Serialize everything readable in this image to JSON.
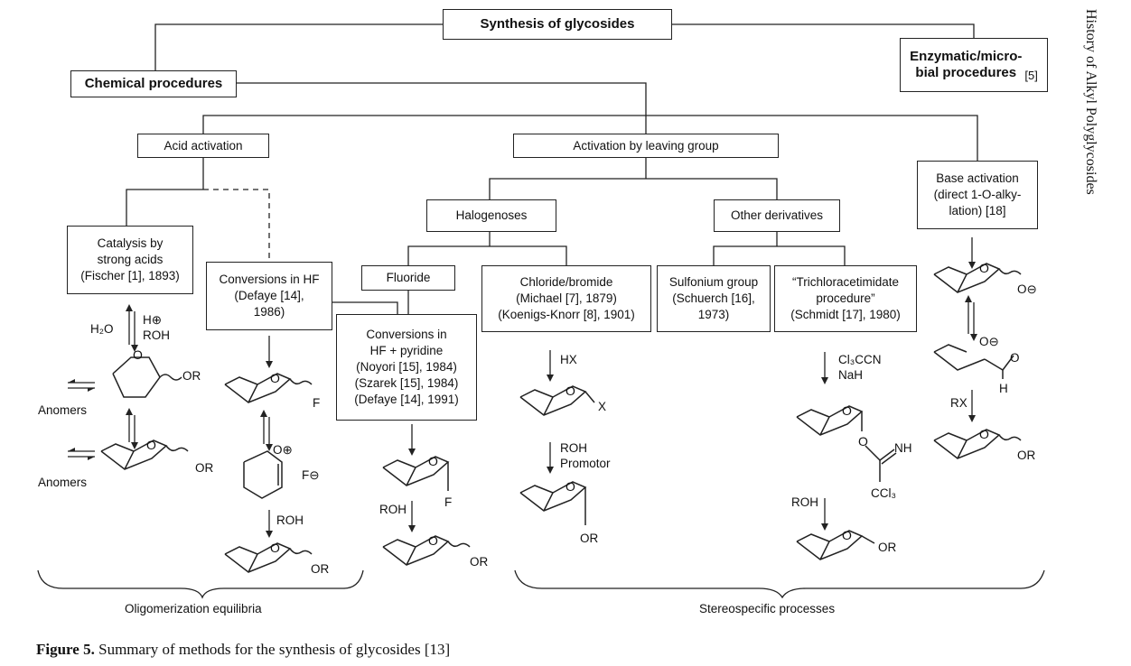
{
  "boxes": {
    "root": "Synthesis of glycosides",
    "chemical": "Chemical procedures",
    "enzymatic": "Enzymatic/micro-\nbial procedures",
    "enzymatic_ref": "[5]",
    "acid": "Acid activation",
    "leaving": "Activation by leaving group",
    "base": "Base activation\n(direct 1-O-alky-\nlation) [18]",
    "catalysis": "Catalysis by\nstrong acids\n(Fischer [1], 1893)",
    "hf": "Conversions in HF\n(Defaye [14],\n1986)",
    "halogenoses": "Halogenoses",
    "other": "Other derivatives",
    "fluoride": "Fluoride",
    "chloride": "Chloride/bromide\n(Michael [7], 1879)\n(Koenigs-Knorr [8], 1901)",
    "sulfonium": "Sulfonium group\n(Schuerch [16],\n1973)",
    "trichlor": "“Trichloracetimidate\nprocedure”\n(Schmidt [17], 1980)",
    "hfpyr": "Conversions in\nHF + pyridine\n(Noyori [15], 1984)\n(Szarek [15], 1984)\n(Defaye [14], 1991)"
  },
  "labels": {
    "h2o": "H₂O",
    "hplus": "H⊕\nROH",
    "anomers1": "Anomers",
    "anomers2": "Anomers",
    "or_furanose": "OR",
    "or_pyr1": "OR",
    "f1": "F",
    "oplus": "O⊕",
    "fminus": "F⊖",
    "roh_hf": "ROH",
    "or_hf": "OR",
    "f2": "F",
    "roh_py": "ROH",
    "or_py": "OR",
    "hx": "HX",
    "x": "X",
    "roh_promotor": "ROH\nPromotor",
    "or_cl": "OR",
    "cl3ccn": "Cl₃CCN\nNaH",
    "nh": "NH",
    "ccl3": "CCl₃",
    "roh_tri": "ROH",
    "or_tri": "OR",
    "ominus1": "O⊖",
    "ominus2": "O⊖",
    "h_ald": "H",
    "o_ald": "O",
    "rx": "RX",
    "or_base": "OR",
    "oligo": "Oligomerization equilibria",
    "stereo": "Stereospecific processes"
  },
  "caption": {
    "label": "Figure 5.",
    "text": " Summary of methods for the synthesis of glycosides [13]"
  },
  "side_header": "History of Alkyl Polyglycosides"
}
